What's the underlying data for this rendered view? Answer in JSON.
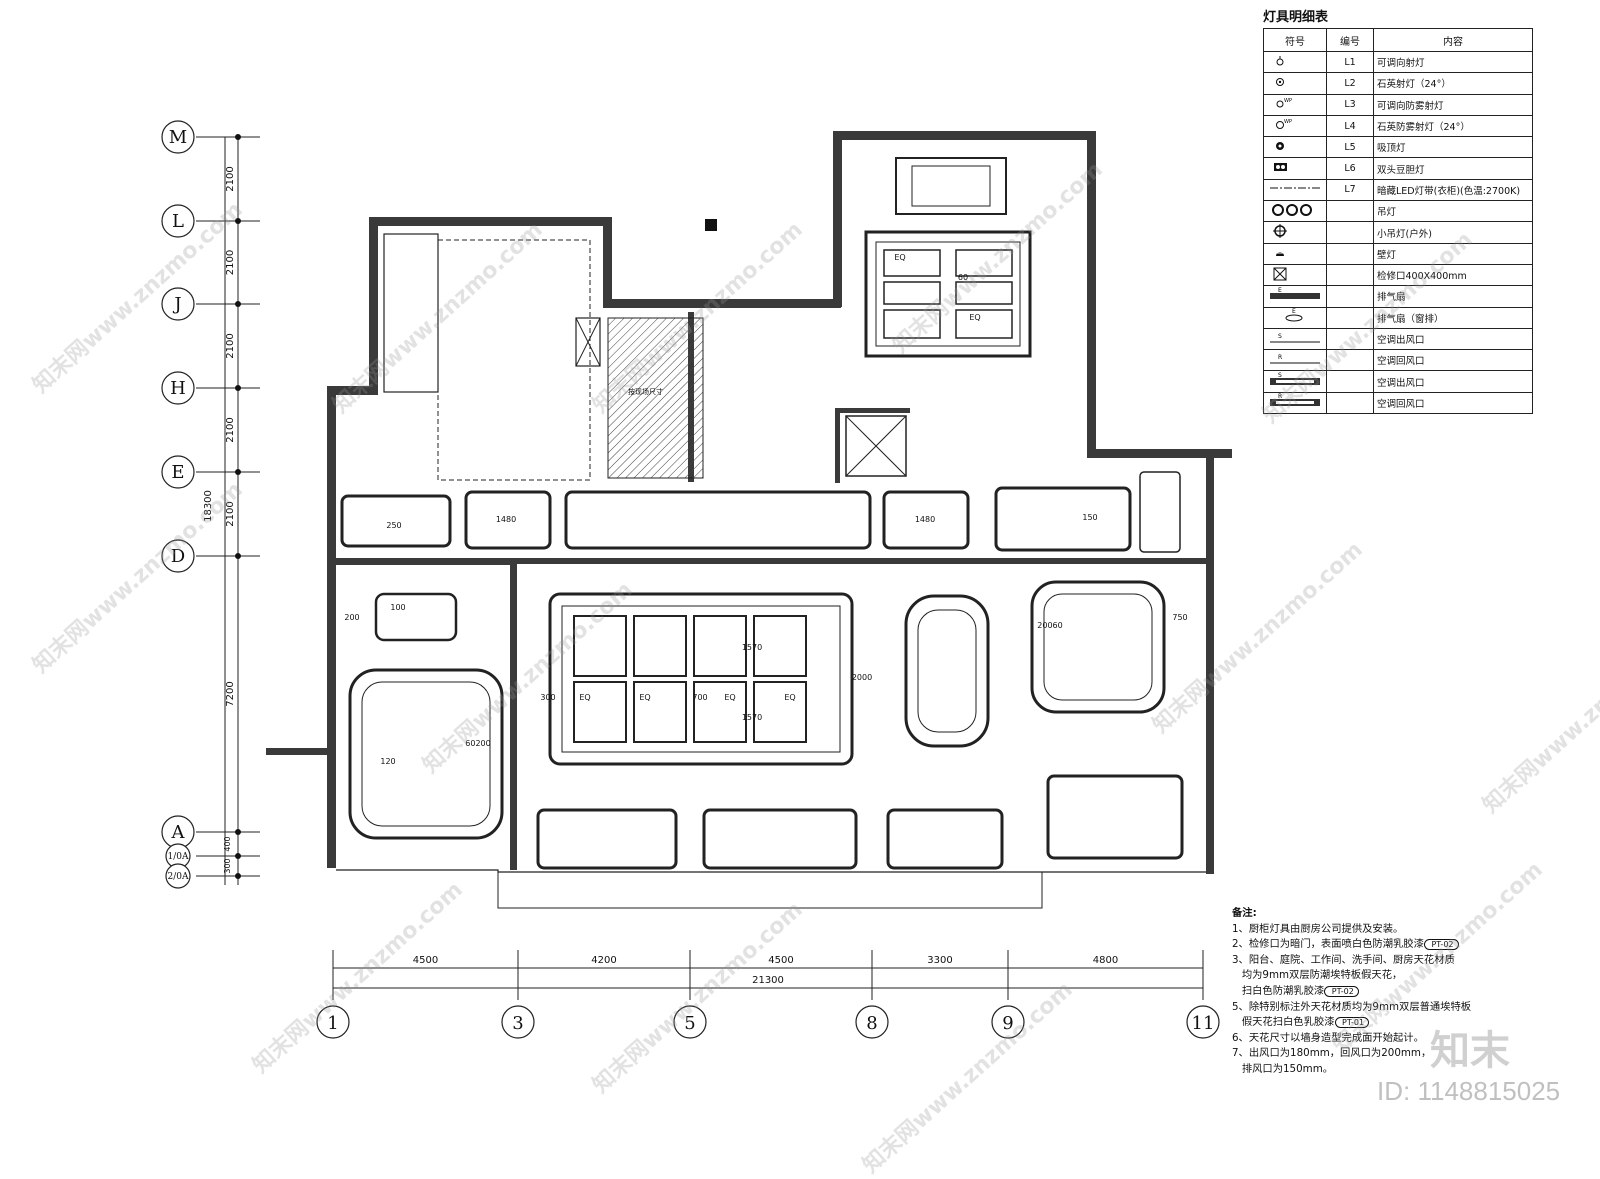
{
  "legend": {
    "title": "灯具明细表",
    "headers": [
      "符号",
      "编号",
      "内容"
    ],
    "rows": [
      {
        "icon": "adjustable-spotlight-icon",
        "code": "L1",
        "desc": "可调向射灯"
      },
      {
        "icon": "quartz-spotlight-icon",
        "code": "L2",
        "desc": "石英射灯（24°）"
      },
      {
        "icon": "adjustable-fogproof-spotlight-icon",
        "code": "L3",
        "desc": "可调向防雾射灯"
      },
      {
        "icon": "quartz-fogproof-spotlight-icon",
        "code": "L4",
        "desc": "石英防雾射灯（24°）"
      },
      {
        "icon": "ceiling-light-icon",
        "code": "L5",
        "desc": "吸顶灯"
      },
      {
        "icon": "double-grille-light-icon",
        "code": "L6",
        "desc": "双头豆胆灯"
      },
      {
        "icon": "led-strip-icon",
        "code": "L7",
        "desc": "暗藏LED灯带(衣柜)(色温:2700K)"
      },
      {
        "icon": "pendant-light-icon",
        "code": "",
        "desc": "吊灯"
      },
      {
        "icon": "small-pendant-light-icon",
        "code": "",
        "desc": "小吊灯(户外)"
      },
      {
        "icon": "wall-light-icon",
        "code": "",
        "desc": "壁灯"
      },
      {
        "icon": "access-panel-icon",
        "code": "",
        "desc": "检修口400X400mm"
      },
      {
        "icon": "exhaust-fan-icon",
        "code": "",
        "desc": "排气扇"
      },
      {
        "icon": "window-exhaust-fan-icon",
        "code": "",
        "desc": "排气扇（窗排）"
      },
      {
        "icon": "ac-supply-vent-icon",
        "code": "",
        "desc": "空调出风口"
      },
      {
        "icon": "ac-return-vent-icon",
        "code": "",
        "desc": "空调回风口"
      },
      {
        "icon": "ac-supply-vent-linear-icon",
        "code": "",
        "desc": "空调出风口"
      },
      {
        "icon": "ac-return-vent-linear-icon",
        "code": "",
        "desc": "空调回风口"
      }
    ]
  },
  "notes": {
    "title": "备注:",
    "lines": [
      "1、厨柜灯具由厨房公司提供及安装。",
      "2、检修口为暗门，表面喷白色防潮乳胶漆",
      "3、阳台、庭院、工作间、洗手间、厨房天花材质",
      "   均为9mm双层防潮埃特板假天花，",
      "   扫白色防潮乳胶漆",
      "5、除特别标注外天花材质均为9mm双层普通埃特板",
      "   假天花扫白色乳胶漆",
      "6、天花尺寸以墙身造型完成面开始起计。",
      "7、出风口为180mm，回风口为200mm，",
      "   排风口为150mm。"
    ],
    "tags": [
      "PT-02",
      "PT-02",
      "PT-01"
    ]
  },
  "grid": {
    "rows": [
      "M",
      "L",
      "J",
      "H",
      "E",
      "D",
      "A",
      "1/0A",
      "2/0A"
    ],
    "row_dims": [
      "2100",
      "2100",
      "2100",
      "2100",
      "2100",
      "7200",
      "400",
      "300"
    ],
    "row_total": "18300",
    "cols": [
      "1",
      "3",
      "5",
      "8",
      "9",
      "11"
    ],
    "col_dims": [
      "4500",
      "4200",
      "4500",
      "3300",
      "4800"
    ],
    "col_total": "21300"
  },
  "plan_labels": {
    "dims": [
      "1480",
      "1480",
      "1570",
      "1570",
      "EQ",
      "EQ",
      "EQ",
      "EQ",
      "EQ",
      "EQ",
      "700",
      "2000",
      "750",
      "250",
      "300",
      "200",
      "150",
      "60",
      "100",
      "120",
      "20060",
      "60200"
    ],
    "note": "按现场尺寸"
  },
  "watermarks": [
    "知末网www.znzmo.com"
  ],
  "brand": "知末",
  "image_id": "ID: 1148815025"
}
